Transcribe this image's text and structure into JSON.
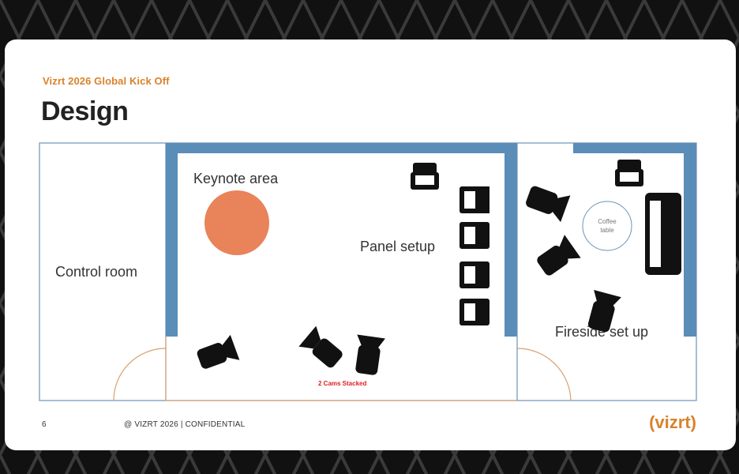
{
  "slide": {
    "eyebrow": "Vizrt 2026 Global Kick Off",
    "title": "Design",
    "page_number": "6",
    "footer": "@ VIZRT 2026 | CONFIDENTIAL",
    "logo_text": "vizrt"
  },
  "floorplan": {
    "control_room": "Control room",
    "keynote_area": "Keynote area",
    "panel_setup": "Panel setup",
    "fireside_setup": "Fireside set up",
    "coffee_table_line1": "Coffee",
    "coffee_table_line2": "table",
    "cams_note": "2 Cams Stacked"
  },
  "colors": {
    "accent_orange": "#e8835a",
    "wall_blue": "#5a8db8",
    "brand_orange": "#d9822b",
    "note_red": "#e02020"
  }
}
